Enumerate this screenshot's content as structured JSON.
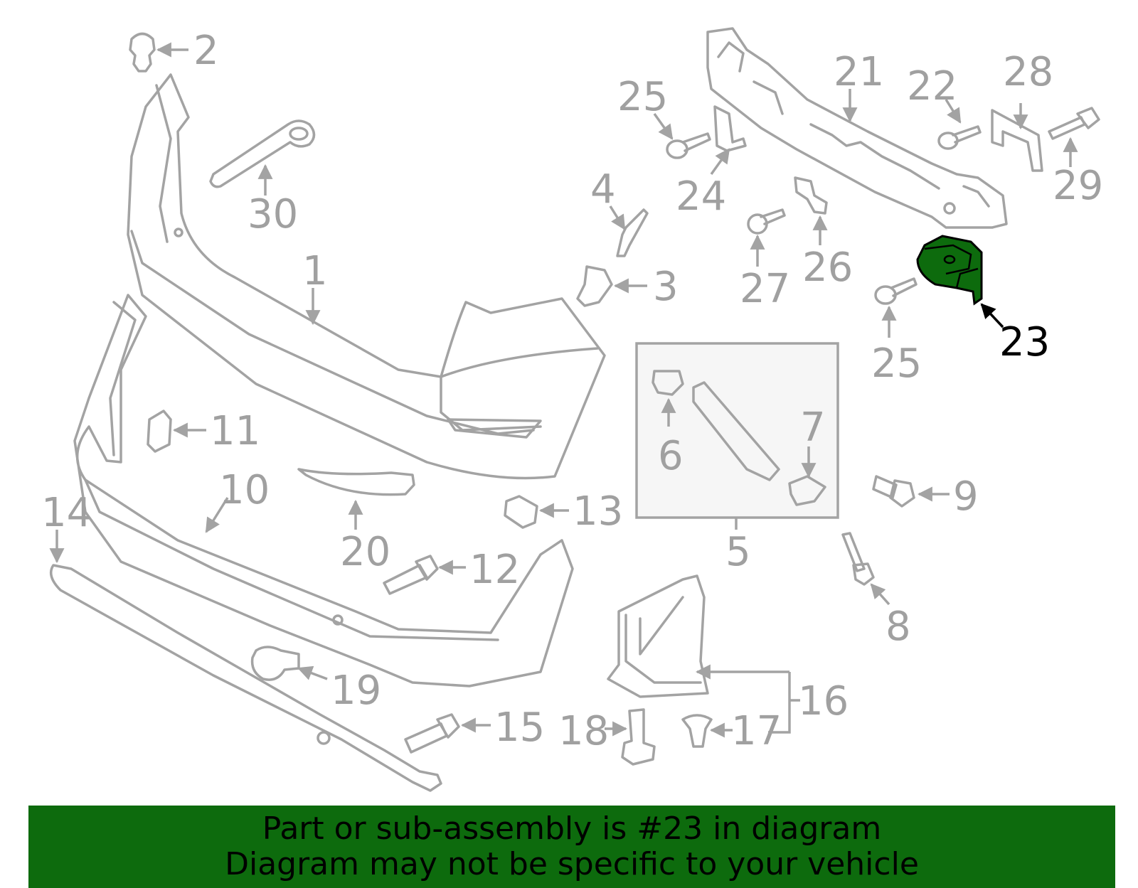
{
  "colors": {
    "highlight_part": "#0d6b0d",
    "banner_background": "#0d6b0d",
    "line_gray": "#a3a3a3",
    "label_gray": "#a0a0a0",
    "highlight_label": "#000000"
  },
  "diagram": {
    "labels": {
      "p1": "1",
      "p2": "2",
      "p3": "3",
      "p4": "4",
      "p5": "5",
      "p6": "6",
      "p7": "7",
      "p8": "8",
      "p9": "9",
      "p10": "10",
      "p11": "11",
      "p12": "12",
      "p13": "13",
      "p14": "14",
      "p15": "15",
      "p16": "16",
      "p17": "17",
      "p18": "18",
      "p19": "19",
      "p20": "20",
      "p21": "21",
      "p22": "22",
      "p23": "23",
      "p24": "24",
      "p25a": "25",
      "p25b": "25",
      "p26": "26",
      "p27": "27",
      "p28": "28",
      "p29": "29",
      "p30": "30"
    },
    "highlighted_part": "23"
  },
  "banner": {
    "line1": "Part or sub-assembly is #23 in diagram",
    "line2": "Diagram may not be specific to your vehicle"
  }
}
